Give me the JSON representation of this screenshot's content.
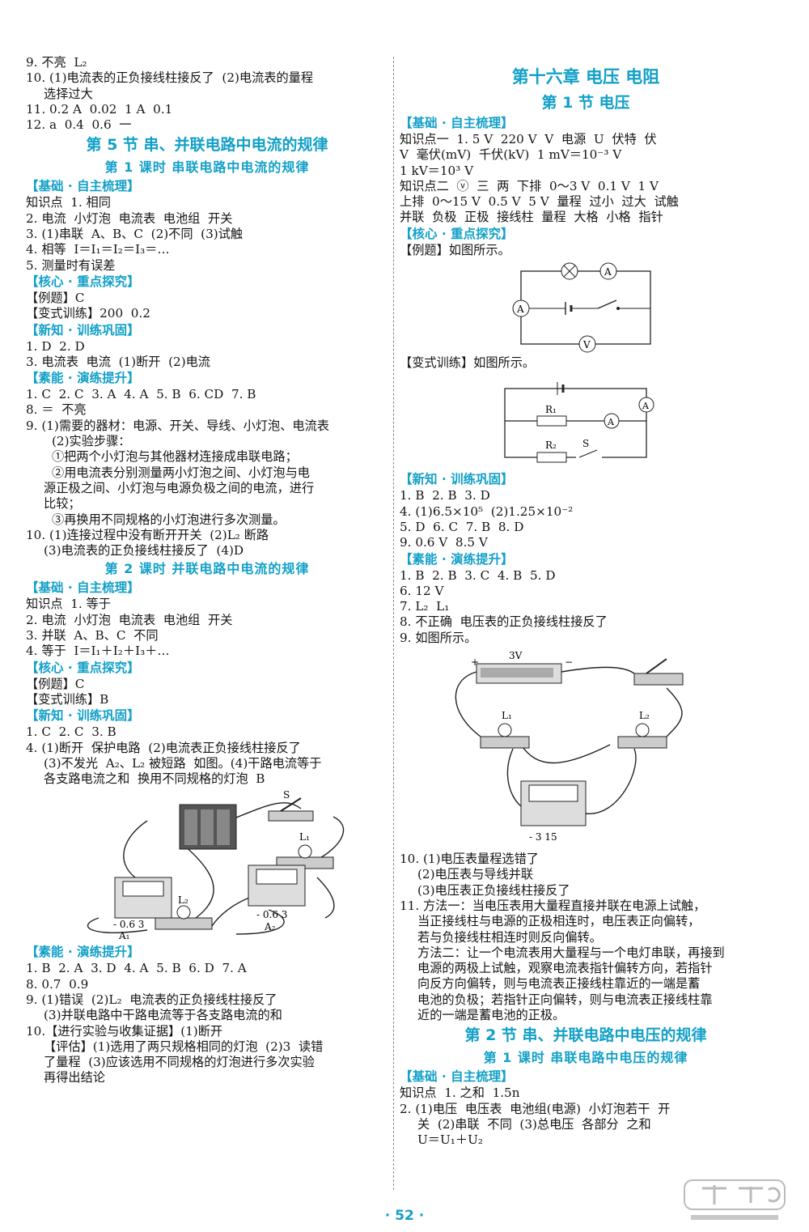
{
  "left": [
    {
      "k": "line",
      "t": "9. 不亮  L₂"
    },
    {
      "k": "line",
      "t": "10. (1)电流表的正负接线柱接反了  (2)电流表的量程"
    },
    {
      "k": "line",
      "t": "选择过大",
      "c": "ind"
    },
    {
      "k": "line",
      "t": "11. 0.2 A  0.02  1 A  0.1"
    },
    {
      "k": "line",
      "t": "12. a  0.4  0.6  一"
    },
    {
      "k": "sec",
      "t": "第 5 节  串、并联电路中电流的规律"
    },
    {
      "k": "sub",
      "t": "第 1 课时  串联电路中电流的规律"
    },
    {
      "k": "hd",
      "t": "【基础 · 自主梳理】"
    },
    {
      "k": "line",
      "t": "知识点  1. 相同"
    },
    {
      "k": "line",
      "t": "2. 电流  小灯泡  电流表  电池组  开关"
    },
    {
      "k": "line",
      "t": "3. (1)串联  A、B、C  (2)不同  (3)试触"
    },
    {
      "k": "line",
      "t": "4. 相等  I＝I₁＝I₂＝I₃＝…"
    },
    {
      "k": "line",
      "t": "5. 测量时有误差"
    },
    {
      "k": "hd",
      "t": "【核心 · 重点探究】"
    },
    {
      "k": "line",
      "t": "【例题】C"
    },
    {
      "k": "line",
      "t": "【变式训练】200  0.2"
    },
    {
      "k": "hd",
      "t": "【新知 · 训练巩固】"
    },
    {
      "k": "line",
      "t": "1. D  2. D"
    },
    {
      "k": "line",
      "t": "3. 电流表  电流  (1)断开  (2)电流"
    },
    {
      "k": "hd",
      "t": "【素能 · 演练提升】"
    },
    {
      "k": "line",
      "t": "1. C  2. C  3. A  4. A  5. B  6. CD  7. B"
    },
    {
      "k": "line",
      "t": "8. ＝  不亮"
    },
    {
      "k": "line",
      "t": "9. (1)需要的器材：电源、开关、导线、小灯泡、电流表"
    },
    {
      "k": "line",
      "t": "(2)实验步骤：",
      "c": "ind2"
    },
    {
      "k": "line",
      "t": "①把两个小灯泡与其他器材连接成串联电路；",
      "c": "ind2"
    },
    {
      "k": "line",
      "t": "②用电流表分别测量两小灯泡之间、小灯泡与电",
      "c": "ind2"
    },
    {
      "k": "line",
      "t": "源正极之间、小灯泡与电源负极之间的电流，进行",
      "c": "ind"
    },
    {
      "k": "line",
      "t": "比较；",
      "c": "ind"
    },
    {
      "k": "line",
      "t": "③再换用不同规格的小灯泡进行多次测量。",
      "c": "ind2"
    },
    {
      "k": "line",
      "t": "10. (1)连接过程中没有断开开关  (2)L₂ 断路"
    },
    {
      "k": "line",
      "t": "(3)电流表的正负接线柱接反了  (4)D",
      "c": "ind"
    },
    {
      "k": "sub",
      "t": "第 2 课时  并联电路中电流的规律"
    },
    {
      "k": "hd",
      "t": "【基础 · 自主梳理】"
    },
    {
      "k": "line",
      "t": "知识点  1. 等于"
    },
    {
      "k": "line",
      "t": "2. 电流  小灯泡  电流表  电池组  开关"
    },
    {
      "k": "line",
      "t": "3. 并联  A、B、C  不同"
    },
    {
      "k": "line",
      "t": "4. 等于  I＝I₁＋I₂＋I₃＋…"
    },
    {
      "k": "hd",
      "t": "【核心 · 重点探究】"
    },
    {
      "k": "line",
      "t": "【例题】C"
    },
    {
      "k": "line",
      "t": "【变式训练】B"
    },
    {
      "k": "hd",
      "t": "【新知 · 训练巩固】"
    },
    {
      "k": "line",
      "t": "1. C  2. C  3. B"
    },
    {
      "k": "line",
      "t": "4. (1)断开  保护电路  (2)电流表正负接线柱接反了"
    },
    {
      "k": "line",
      "t": "(3)不发光  A₂、L₂ 被短路  如图。(4)干路电流等于",
      "c": "ind"
    },
    {
      "k": "line",
      "t": "各支路电流之和  换用不同规格的灯泡  B",
      "c": "ind"
    },
    {
      "k": "fig",
      "id": "figL"
    },
    {
      "k": "hd",
      "t": "【素能 · 演练提升】"
    },
    {
      "k": "line",
      "t": "1. B  2. A  3. D  4. A  5. B  6. D  7. A"
    },
    {
      "k": "line",
      "t": "8. 0.7  0.9"
    },
    {
      "k": "line",
      "t": "9. (1)错误  (2)L₂  电流表的正负接线柱接反了"
    },
    {
      "k": "line",
      "t": "(3)并联电路中干路电流等于各支路电流的和",
      "c": "ind"
    },
    {
      "k": "line",
      "t": "10.【进行实验与收集证据】(1)断开"
    },
    {
      "k": "line",
      "t": "【评估】(1)选用了两只规格相同的灯泡  (2)3  读错",
      "c": "ind"
    },
    {
      "k": "line",
      "t": "了量程  (3)应该选用不同规格的灯泡进行多次实验",
      "c": "ind"
    },
    {
      "k": "line",
      "t": "再得出结论",
      "c": "ind"
    }
  ],
  "right": [
    {
      "k": "chap",
      "t": "第十六章  电压  电阻"
    },
    {
      "k": "sec",
      "t": "第 1 节  电压"
    },
    {
      "k": "hd",
      "t": "【基础 · 自主梳理】"
    },
    {
      "k": "line",
      "t": "知识点一  1. 5 V  220 V  V  电源  U  伏特  伏"
    },
    {
      "k": "line",
      "t": "V  毫伏(mV)  千伏(kV)  1 mV＝10⁻³ V"
    },
    {
      "k": "line",
      "t": "1 kV＝10³ V"
    },
    {
      "k": "line",
      "t": "知识点二  ⓥ  三  两  下排  0～3 V  0.1 V  1 V"
    },
    {
      "k": "line",
      "t": "上排  0～15 V  0.5 V  5 V  量程  过小  过大  试触"
    },
    {
      "k": "line",
      "t": "并联  负极  正极  接线柱  量程  大格  小格  指针"
    },
    {
      "k": "hd",
      "t": "【核心 · 重点探究】"
    },
    {
      "k": "line",
      "t": "【例题】如图所示。"
    },
    {
      "k": "fig",
      "id": "figR1"
    },
    {
      "k": "line",
      "t": "【变式训练】如图所示。"
    },
    {
      "k": "fig",
      "id": "figR2"
    },
    {
      "k": "hd",
      "t": "【新知 · 训练巩固】"
    },
    {
      "k": "line",
      "t": "1. B  2. B  3. D"
    },
    {
      "k": "line",
      "t": "4. (1)6.5×10⁵  (2)1.25×10⁻²"
    },
    {
      "k": "line",
      "t": "5. D  6. C  7. B  8. D"
    },
    {
      "k": "line",
      "t": "9. 0.6 V  8.5 V"
    },
    {
      "k": "hd",
      "t": "【素能 · 演练提升】"
    },
    {
      "k": "line",
      "t": "1. B  2. B  3. C  4. B  5. D"
    },
    {
      "k": "line",
      "t": "6. 12 V"
    },
    {
      "k": "line",
      "t": "7. L₂  L₁"
    },
    {
      "k": "line",
      "t": "8. 不正确  电压表的正负接线柱接反了"
    },
    {
      "k": "line",
      "t": "9. 如图所示。"
    },
    {
      "k": "fig",
      "id": "figR3"
    },
    {
      "k": "line",
      "t": "10. (1)电压表量程选错了"
    },
    {
      "k": "line",
      "t": "(2)电压表与导线并联",
      "c": "ind"
    },
    {
      "k": "line",
      "t": "(3)电压表正负接线柱接反了",
      "c": "ind"
    },
    {
      "k": "line",
      "t": "11. 方法一：当电压表用大量程直接并联在电源上试触，"
    },
    {
      "k": "line",
      "t": "当正接线柱与电源的正极相连时，电压表正向偏转，",
      "c": "ind"
    },
    {
      "k": "line",
      "t": "若与负接线柱相连时则反向偏转。",
      "c": "ind"
    },
    {
      "k": "line",
      "t": "方法二：让一个电流表用大量程与一个电灯串联，再接到",
      "c": "ind"
    },
    {
      "k": "line",
      "t": "电源的两极上试触，观察电流表指针偏转方向，若指针",
      "c": "ind"
    },
    {
      "k": "line",
      "t": "向反方向偏转，则与电流表正接线柱靠近的一端是蓄",
      "c": "ind"
    },
    {
      "k": "line",
      "t": "电池的负极；若指针正向偏转，则与电流表正接线柱靠",
      "c": "ind"
    },
    {
      "k": "line",
      "t": "近的一端是蓄电池的正极。",
      "c": "ind"
    },
    {
      "k": "sec",
      "t": "第 2 节  串、并联电路中电压的规律"
    },
    {
      "k": "sub",
      "t": "第 1 课时  串联电路中电压的规律"
    },
    {
      "k": "hd",
      "t": "【基础 · 自主梳理】"
    },
    {
      "k": "line",
      "t": "知识点  1. 之和  1.5n"
    },
    {
      "k": "line",
      "t": "2. (1)电压  电压表  电池组(电源)  小灯泡若干  开"
    },
    {
      "k": "line",
      "t": "关  (2)串联  不同  (3)总电压  各部分  之和",
      "c": "ind"
    },
    {
      "k": "line",
      "t": "U＝U₁＋U₂",
      "c": "ind"
    }
  ],
  "figure_labels": {
    "figL": {
      "s": "S",
      "l1": "L₁",
      "l2": "L₂",
      "a1": "A₁",
      "a2": "A₂",
      "scale1": "- 0.6 3",
      "scale2": "- 0.6 3"
    },
    "figR1": {
      "a": "A",
      "v": "V"
    },
    "figR2": {
      "r1": "R₁",
      "r2": "R₂",
      "s": "S",
      "a": "A"
    },
    "figR3": {
      "batt": "3V",
      "plus": "+",
      "minus": "−",
      "l1": "L₁",
      "l2": "L₂",
      "scale": "- 3 15"
    }
  },
  "page_number": "· 52 ·",
  "watermark": {
    "top": "答案圈",
    "bottom": "MXQE.COM"
  }
}
